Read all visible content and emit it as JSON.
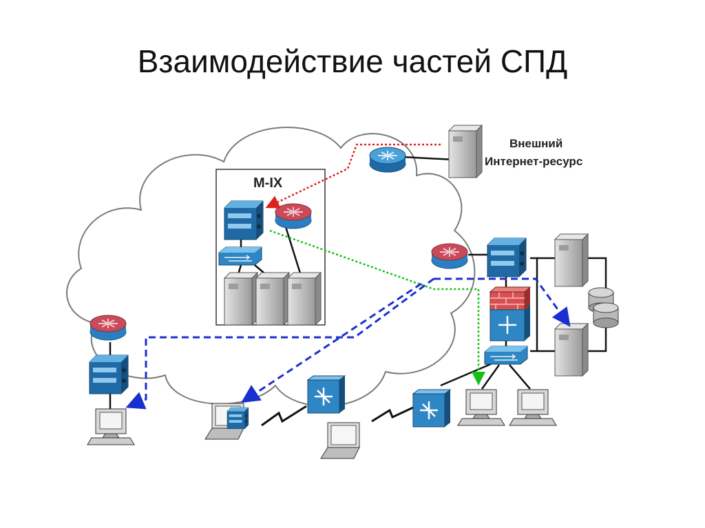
{
  "title": "Взаимодействие частей СПД",
  "labels": {
    "mix": "M-IX",
    "external_line1": "Внешний",
    "external_line2": "Интернет-ресурс"
  },
  "colors": {
    "cloud_fill": "#ffffff",
    "cloud_stroke": "#7a7a7a",
    "dotted_red": "#e0201a",
    "dotted_green": "#16c016",
    "dashed_blue": "#1a2fd0",
    "device_blue": "#2f86c4",
    "router_red": "#c94b5a",
    "server_gray": "#c8c8c8",
    "firewall_red": "#d85050"
  }
}
